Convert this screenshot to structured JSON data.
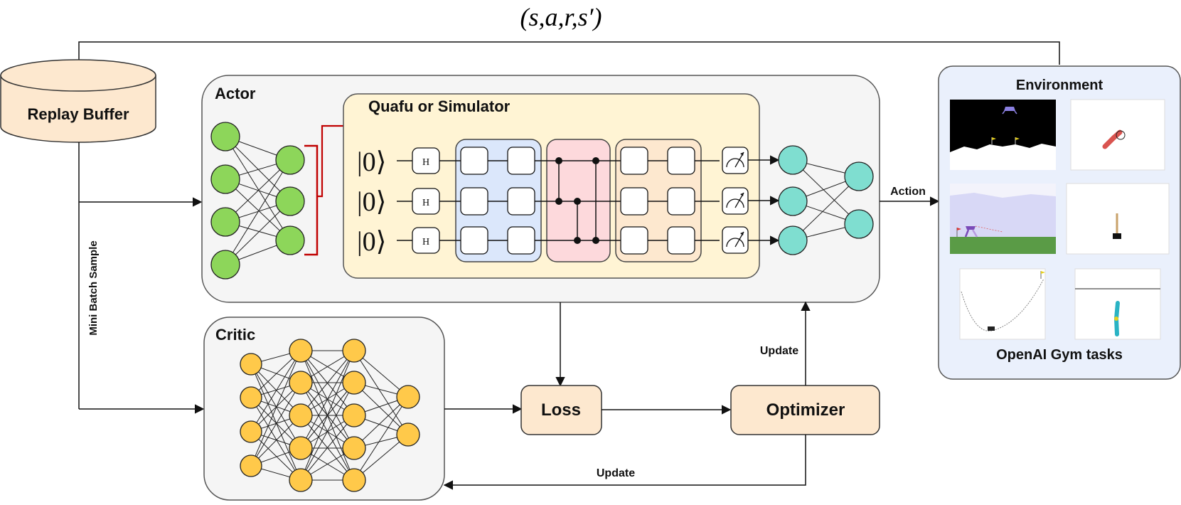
{
  "transition_tuple": "(s,a,r,s′)",
  "replay_buffer": {
    "label": "Replay Buffer"
  },
  "mini_batch_label": "Mini Batch Sample",
  "actor": {
    "label": "Actor",
    "quantum": {
      "label": "Quafu or Simulator",
      "qubit_kets": [
        "|0⟩",
        "|0⟩",
        "|0⟩"
      ],
      "hadamard_label": "H"
    }
  },
  "critic": {
    "label": "Critic"
  },
  "loss": {
    "label": "Loss"
  },
  "optimizer": {
    "label": "Optimizer"
  },
  "update_up_label": "Update",
  "update_bottom_label": "Update",
  "action_label": "Action",
  "environment": {
    "title": "Environment",
    "footer": "OpenAI Gym tasks"
  },
  "colors": {
    "actor_node": "#8dd65a",
    "output_node": "#7fded0",
    "critic_node": "#ffc94a",
    "quantum_bg": "#fff4d4",
    "block_blue": "#dbe7fb",
    "block_pink": "#fdd9dc",
    "block_orange": "#fde8cf",
    "env_bg": "#eaf0fc",
    "feedback_red": "#c00000"
  }
}
